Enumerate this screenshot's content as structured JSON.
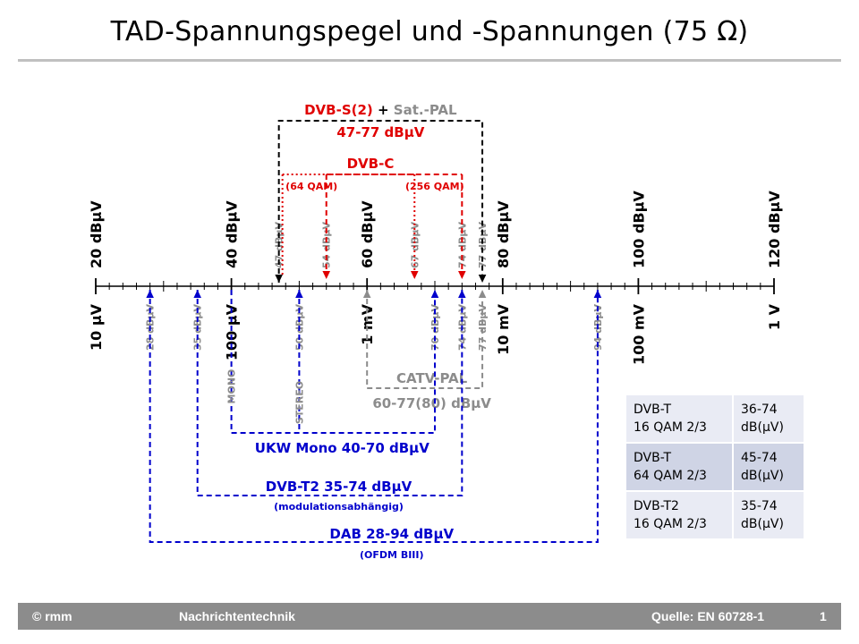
{
  "title": "TAD-Spannungspegel und -Spannungen (75 Ω)",
  "colors": {
    "red": "#e00000",
    "gray": "#8c8c8c",
    "blue": "#0000cc",
    "black": "#000000"
  },
  "axis": {
    "dbuv_labels": [
      "20 dBµV",
      "40 dBµV",
      "60 dBµV",
      "80 dBµV",
      "100 dBµV",
      "120 dBµV"
    ],
    "voltage_labels": [
      "10 µV",
      "100 µV",
      "1 mV",
      "10 mV",
      "100 mV",
      "1 V"
    ]
  },
  "markers_top": [
    {
      "text": "47 dBµV",
      "value": 47,
      "color": "gray"
    },
    {
      "text": "54 dBµV",
      "value": 54,
      "color": "gray"
    },
    {
      "text": "67 dBµV",
      "value": 67,
      "color": "gray"
    },
    {
      "text": "74 dBµV",
      "value": 74,
      "color": "gray"
    },
    {
      "text": "77 dBµV",
      "value": 77,
      "color": "gray"
    }
  ],
  "markers_bottom": [
    {
      "text": "28 dBµV",
      "value": 28
    },
    {
      "text": "35 dBµV",
      "value": 35
    },
    {
      "text": "50 dBµV",
      "value": 50
    },
    {
      "text": "70 dBµV",
      "value": 70
    },
    {
      "text": "74 dBµV",
      "value": 74
    },
    {
      "text": "77 dBµV",
      "value": 77
    },
    {
      "text": "94 dBµV",
      "value": 94
    }
  ],
  "annotations": {
    "dvbs_line1_red": "DVB-S(2)",
    "dvbs_plus": " + ",
    "dvbs_line1_gray": "Sat.-PAL",
    "dvbs_range": "47-77 dBµV",
    "dvbc": "DVB-C",
    "dvbc_64": "(64 QAM)",
    "dvbc_256": "(256 QAM)",
    "catv_title": "CATV-PAL",
    "catv_range": "60-77(80) dBµV",
    "mono": "MONO",
    "stereo": "STEREO",
    "ukw": "UKW Mono  40-70 dBµV",
    "dvbt2": "DVB-T2  35-74 dBµV",
    "dvbt2_sub": "(modulationsabhängig)",
    "dab": "DAB 28-94 dBµV",
    "dab_sub": "(OFDM BIII)"
  },
  "table": [
    {
      "name_line1": "DVB-T",
      "name_line2": "16 QAM  2/3",
      "val_line1": "36-74",
      "val_line2": "dB(µV)"
    },
    {
      "name_line1": "DVB-T",
      "name_line2": "64 QAM  2/3",
      "val_line1": "45-74",
      "val_line2": "dB(µV)"
    },
    {
      "name_line1": "DVB-T2",
      "name_line2": "16 QAM  2/3",
      "val_line1": "35-74",
      "val_line2": "dB(µV)"
    }
  ],
  "footer": {
    "left": "© rmm",
    "center": "Nachrichtentechnik",
    "source": "Quelle: EN 60728-1",
    "page": "1"
  }
}
